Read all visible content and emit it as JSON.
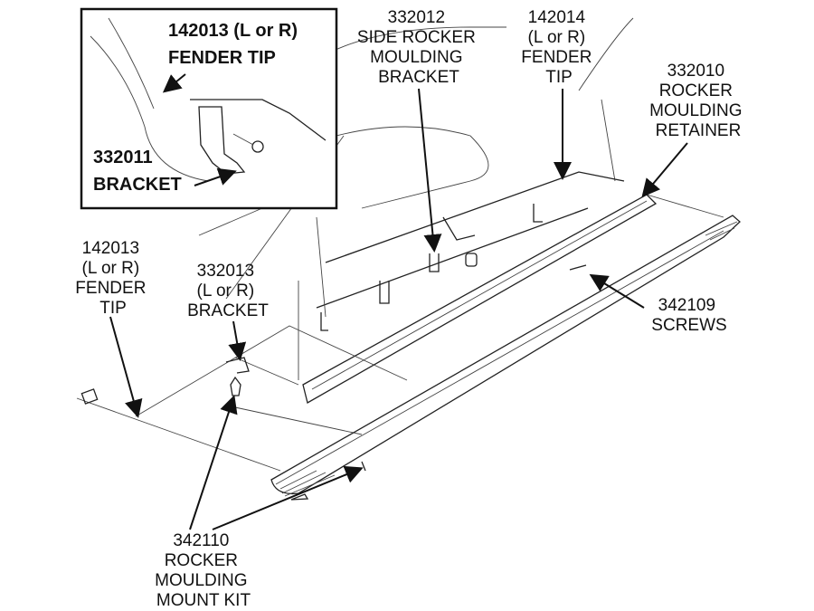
{
  "inset": {
    "fender_tip": [
      "142013 (L or R)",
      "FENDER TIP"
    ],
    "bracket": [
      "332011",
      "BRACKET"
    ]
  },
  "labels": {
    "side_bracket": [
      "332012",
      "SIDE ROCKER",
      "MOULDING",
      "BRACKET"
    ],
    "fender_tip_right": [
      "142014",
      "(L or R)",
      "FENDER",
      "TIP"
    ],
    "retainer": [
      "332010",
      "ROCKER",
      "MOULDING",
      "RETAINER"
    ],
    "fender_tip_left": [
      "142013",
      "(L or R)",
      "FENDER",
      "TIP"
    ],
    "bracket_lr": [
      "332013",
      "(L or R)",
      "BRACKET"
    ],
    "screws": [
      "342109",
      "SCREWS"
    ],
    "mount_kit": [
      "342110",
      "ROCKER",
      "MOULDING",
      "MOUNT KIT"
    ]
  }
}
